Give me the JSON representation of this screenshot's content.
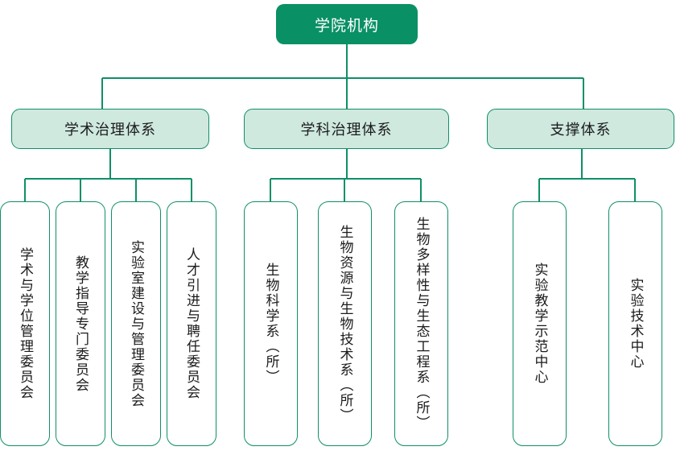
{
  "diagram": {
    "type": "organization-chart",
    "orientation": "top-down",
    "colors": {
      "root_fill": "#0a9065",
      "root_text": "#ffffff",
      "branch_fill": "#cfe9df",
      "branch_border": "#0f8f67",
      "leaf_fill": "#ffffff",
      "leaf_border": "#0f8f67",
      "connector": "#0f8f67",
      "text": "#1b1b1b",
      "background": "#ffffff"
    },
    "root": {
      "label": "学院机构"
    },
    "branches": [
      {
        "label": "学术治理体系",
        "children": [
          {
            "label": "学术与学位管理委员会"
          },
          {
            "label": "教学指导专门委员会"
          },
          {
            "label": "实验室建设与管理委员会"
          },
          {
            "label": "人才引进与聘任委员会"
          }
        ]
      },
      {
        "label": "学科治理体系",
        "children": [
          {
            "label": "生物科学系（所）"
          },
          {
            "label": "生物资源与生物技术系（所）"
          },
          {
            "label": "生物多样性与生态工程系（所）"
          }
        ]
      },
      {
        "label": "支撑体系",
        "children": [
          {
            "label": "实验教学示范中心"
          },
          {
            "label": "实验技术中心"
          }
        ]
      }
    ]
  }
}
